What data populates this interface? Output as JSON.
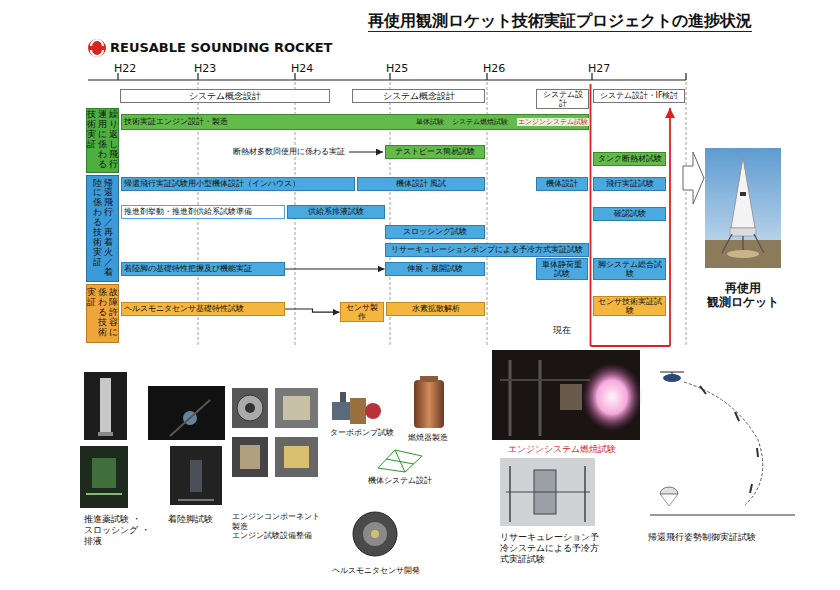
{
  "diagram": {
    "title": "再使用観測ロケット技術実証プロジェクトの進捗状況",
    "nodes": [
      {
        "text": [
          "システム概念設計"
        ]
      },
      {
        "text": [
          "システム概念設計"
        ]
      },
      {
        "text": [
          "システム設計"
        ]
      },
      {
        "text": [
          "システム設計・IF検討"
        ]
      },
      {
        "text": [
          "繰り返し飛行運用に係わる技術実証"
        ]
      },
      {
        "text": [
          "技術実証エンジン設計・製造"
        ]
      },
      {
        "text": [
          "テストピース簡易試験"
        ]
      },
      {
        "text": [
          "タンク断熱材試験"
        ]
      },
      {
        "text": [
          "帰還飛行／再着火／着陸に係わる技術実証"
        ]
      },
      {
        "text": [
          "帰還飛行実証試験用小型機体設計（インハウス）"
        ]
      },
      {
        "text": [
          "機体設計 風試"
        ]
      },
      {
        "text": [
          "機体設計"
        ]
      },
      {
        "text": [
          "飛行実証試験"
        ]
      },
      {
        "text": [
          "推進剤挙動・推進剤供給系試験準備"
        ]
      },
      {
        "text": [
          "供給系排液試験"
        ]
      },
      {
        "text": [
          "確認試験"
        ]
      },
      {
        "text": [
          "スロッシング試験"
        ]
      },
      {
        "text": [
          "リサーキュレーションポンプによる予冷方式実証試験"
        ]
      },
      {
        "text": [
          "着陸脚の基礎特性把握及び機能実証"
        ]
      },
      {
        "text": [
          "伸展・展開試験"
        ]
      },
      {
        "text": [
          "単体静荷重試験"
        ]
      },
      {
        "text": [
          "脚システム総合試験"
        ]
      },
      {
        "text": [
          "故障許容に係わる技術実証"
        ]
      },
      {
        "text": [
          "ヘルスモニタセンサ基礎特性試験"
        ]
      },
      {
        "text": [
          "センサ製作"
        ]
      },
      {
        "text": [
          "水素拡散解析"
        ]
      },
      {
        "text": [
          "センサ技術実証試験"
        ]
      }
    ],
    "edges": [
      {
        "from": 18,
        "to": 19,
        "arrow": "to"
      },
      {
        "from": 23,
        "to": 24,
        "arrow": "to"
      }
    ],
    "labels": [
      "REUSABLE SOUNDING ROCKET",
      "H22",
      "H23",
      "H24",
      "H25",
      "H26",
      "H27",
      "単体試験",
      "システム燃焼試験",
      "エンジンシステム試験",
      "断熱材多数回使用に係わる実証",
      "現在",
      "再使用 観測ロケット",
      "推進薬試験 ・スロッシング ・排液",
      "着陸脚試験",
      "ターボポンプ試験",
      "燃焼器製造",
      "機体システム設計",
      "エンジンコンポーネント 製造 エンジン試験設備整備",
      "ヘルスモニタセンサ開発",
      "エンジンシステム燃焼試験",
      "リサーキュレーション予冷システムによる予冷方式実証試験",
      "帰還飛行姿勢制御実証試験"
    ]
  }
}
